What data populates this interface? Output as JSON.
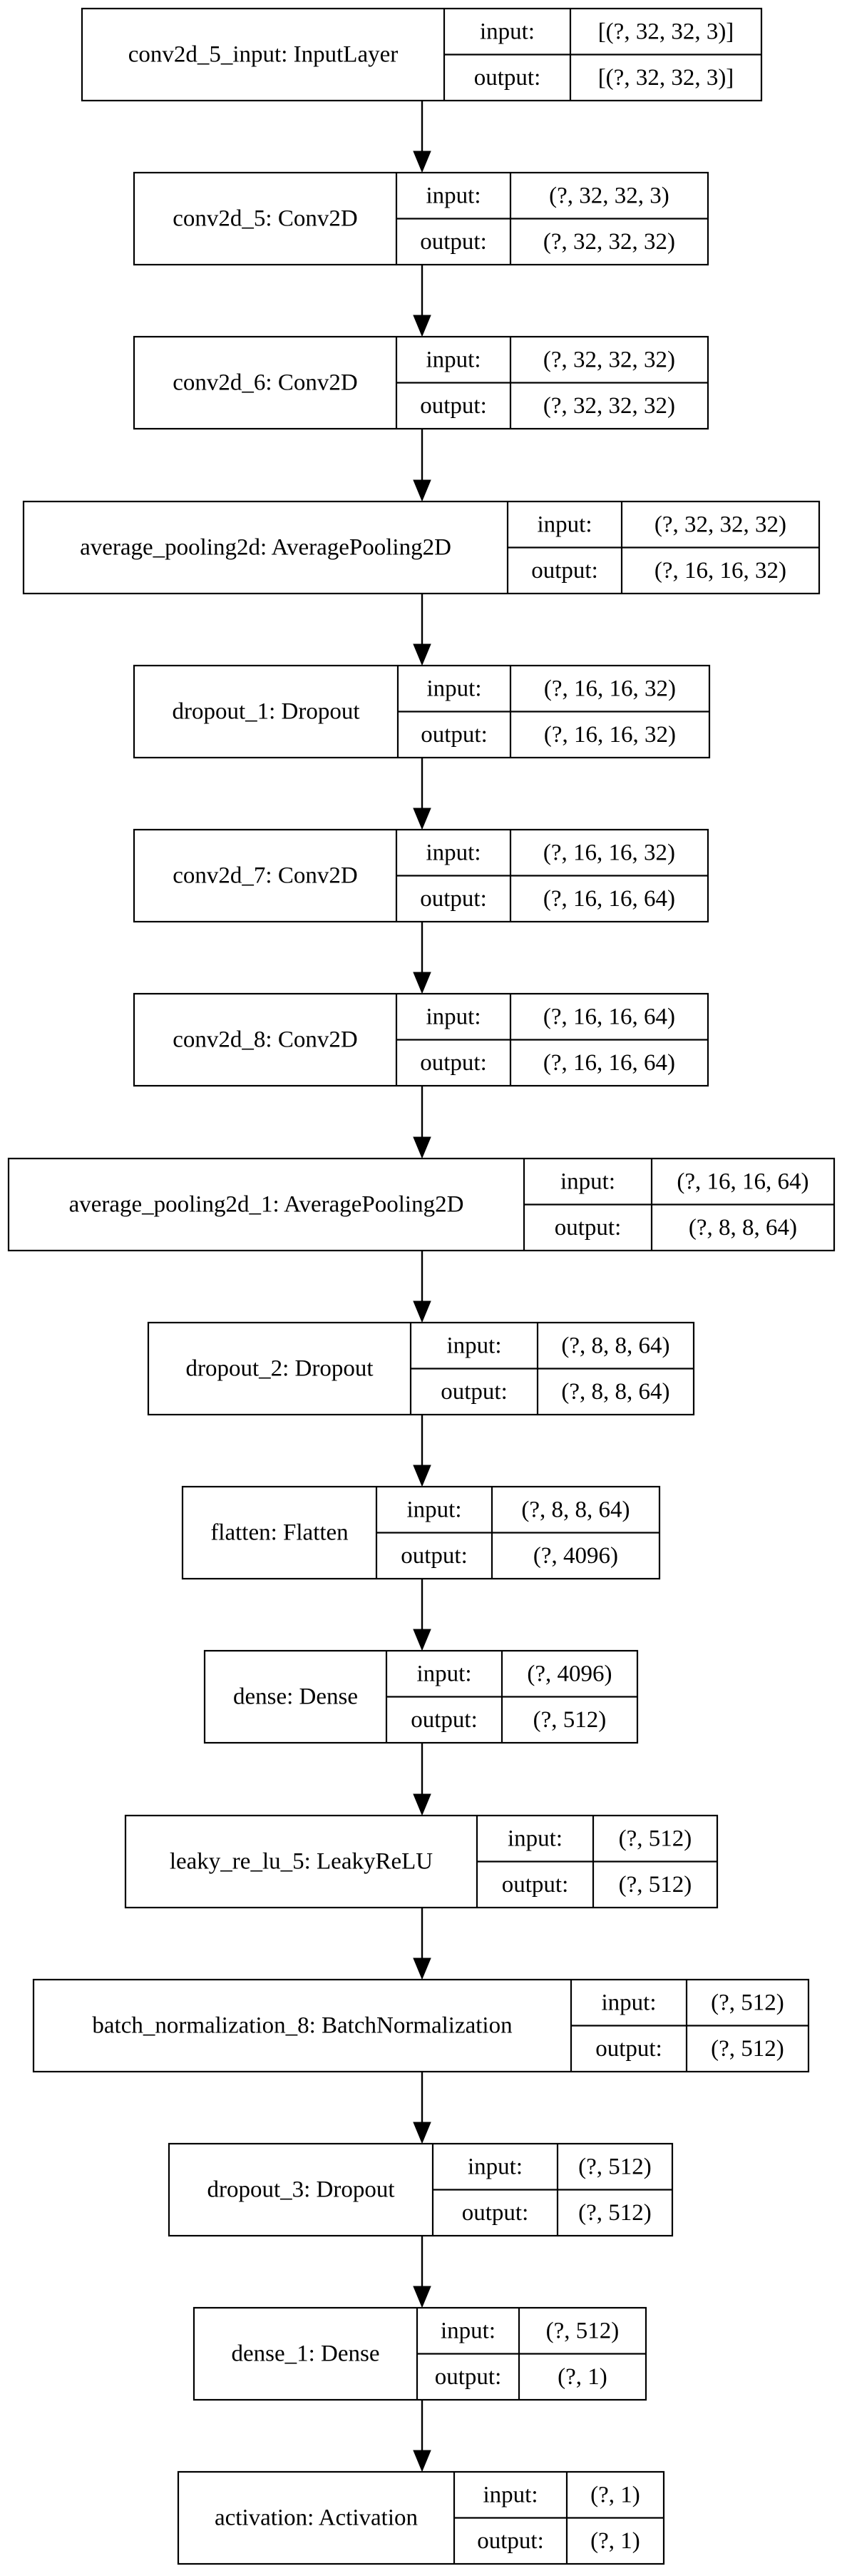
{
  "layers": [
    {
      "name": "conv2d_5_input: InputLayer",
      "input": "[(?, 32, 32, 3)]",
      "output": "[(?, 32, 32, 3)]"
    },
    {
      "name": "conv2d_5: Conv2D",
      "input": "(?, 32, 32, 3)",
      "output": "(?, 32, 32, 32)"
    },
    {
      "name": "conv2d_6: Conv2D",
      "input": "(?, 32, 32, 32)",
      "output": "(?, 32, 32, 32)"
    },
    {
      "name": "average_pooling2d: AveragePooling2D",
      "input": "(?, 32, 32, 32)",
      "output": "(?, 16, 16, 32)"
    },
    {
      "name": "dropout_1: Dropout",
      "input": "(?, 16, 16, 32)",
      "output": "(?, 16, 16, 32)"
    },
    {
      "name": "conv2d_7: Conv2D",
      "input": "(?, 16, 16, 32)",
      "output": "(?, 16, 16, 64)"
    },
    {
      "name": "conv2d_8: Conv2D",
      "input": "(?, 16, 16, 64)",
      "output": "(?, 16, 16, 64)"
    },
    {
      "name": "average_pooling2d_1: AveragePooling2D",
      "input": "(?, 16, 16, 64)",
      "output": "(?, 8, 8, 64)"
    },
    {
      "name": "dropout_2: Dropout",
      "input": "(?, 8, 8, 64)",
      "output": "(?, 8, 8, 64)"
    },
    {
      "name": "flatten: Flatten",
      "input": "(?, 8, 8, 64)",
      "output": "(?, 4096)"
    },
    {
      "name": "dense: Dense",
      "input": "(?, 4096)",
      "output": "(?, 512)"
    },
    {
      "name": "leaky_re_lu_5: LeakyReLU",
      "input": "(?, 512)",
      "output": "(?, 512)"
    },
    {
      "name": "batch_normalization_8: BatchNormalization",
      "input": "(?, 512)",
      "output": "(?, 512)"
    },
    {
      "name": "dropout_3: Dropout",
      "input": "(?, 512)",
      "output": "(?, 512)"
    },
    {
      "name": "dense_1: Dense",
      "input": "(?, 512)",
      "output": "(?, 1)"
    },
    {
      "name": "activation: Activation",
      "input": "(?, 1)",
      "output": "(?, 1)"
    }
  ],
  "port_labels": {
    "input": "input:",
    "output": "output:"
  }
}
